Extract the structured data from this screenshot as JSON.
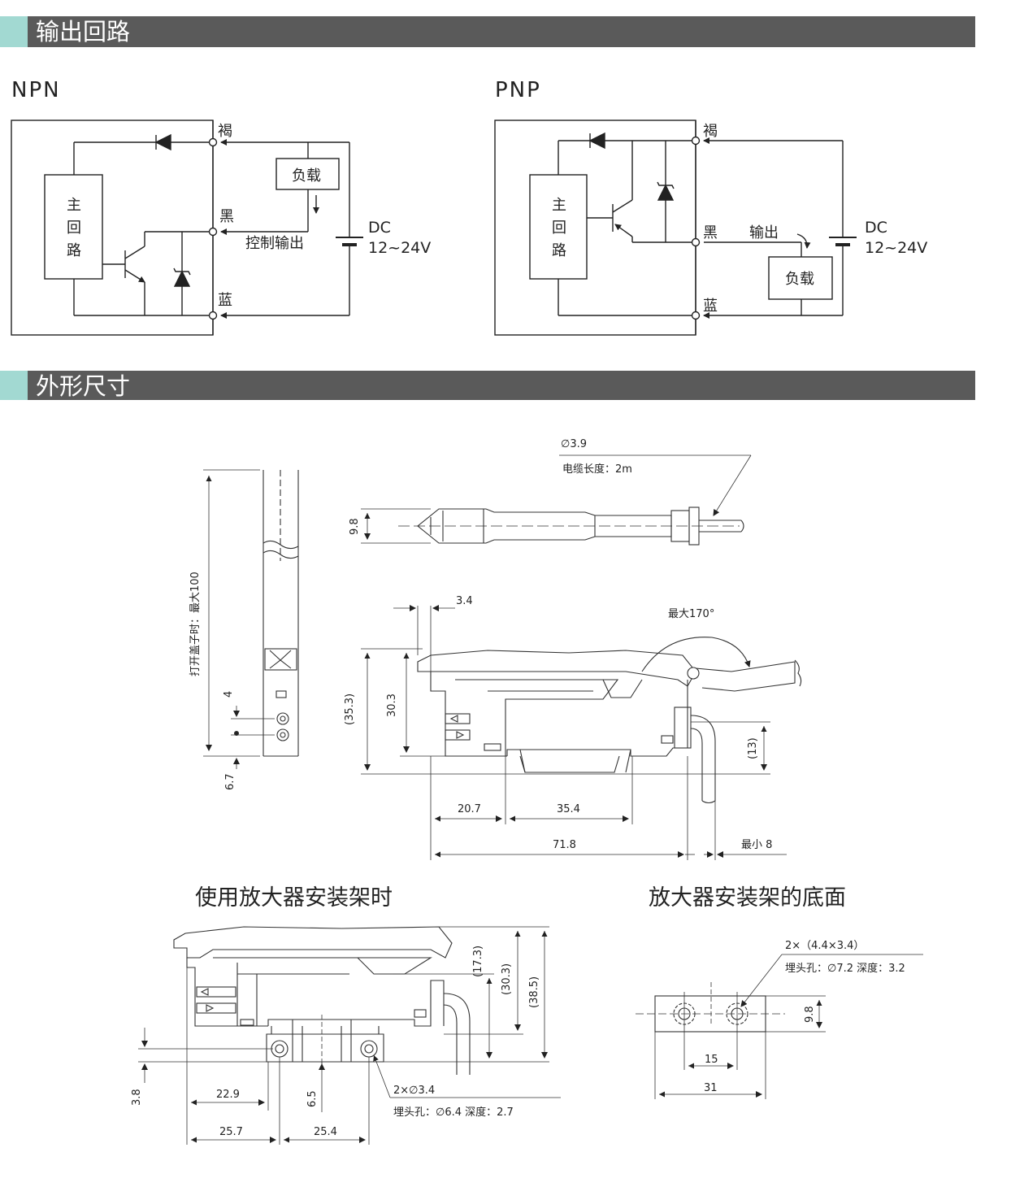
{
  "sections": {
    "circuit": {
      "title": "输出回路"
    },
    "dimensions": {
      "title": "外形尺寸"
    }
  },
  "npn": {
    "label": "NPN",
    "main_circuit": [
      "主",
      "回",
      "路"
    ],
    "wire_brown": "褐",
    "wire_black": "黑",
    "wire_blue": "蓝",
    "load": "负载",
    "control_output": "控制输出",
    "dc": "DC",
    "voltage": "12~24V"
  },
  "pnp": {
    "label": "PNP",
    "main_circuit": [
      "主",
      "回",
      "路"
    ],
    "wire_brown": "褐",
    "wire_black": "黑",
    "wire_blue": "蓝",
    "output": "输出",
    "load": "负载",
    "dc": "DC",
    "voltage": "12~24V"
  },
  "dims_top": {
    "cable_dia": "∅3.9",
    "cable_length": "电缆长度：2m",
    "height_98": "9.8",
    "w_34": "3.4",
    "max_170": "最大170°",
    "h_353": "(35.3)",
    "h_303": "30.3",
    "h_13": "(13)",
    "w_207": "20.7",
    "w_354": "35.4",
    "w_718": "71.8",
    "min_8": "最小 8",
    "cover_open": "打开盖子时：最大100",
    "d_4": "4",
    "d_67": "6.7"
  },
  "mount": {
    "title": "使用放大器安装架时",
    "h_173": "(17.3)",
    "h_303": "(30.3)",
    "h_385": "(38.5)",
    "w_229": "22.9",
    "w_257": "25.7",
    "w_254": "25.4",
    "d_65": "6.5",
    "d_38": "3.8",
    "holes": "2×∅3.4",
    "counterbore": "埋头孔：∅6.4  深度：2.7"
  },
  "bottom": {
    "title": "放大器安装架的底面",
    "holes": "2×（4.4×3.4）",
    "counterbore": "埋头孔：∅7.2  深度：3.2",
    "h_98": "9.8",
    "w_15": "15",
    "w_31": "31"
  }
}
